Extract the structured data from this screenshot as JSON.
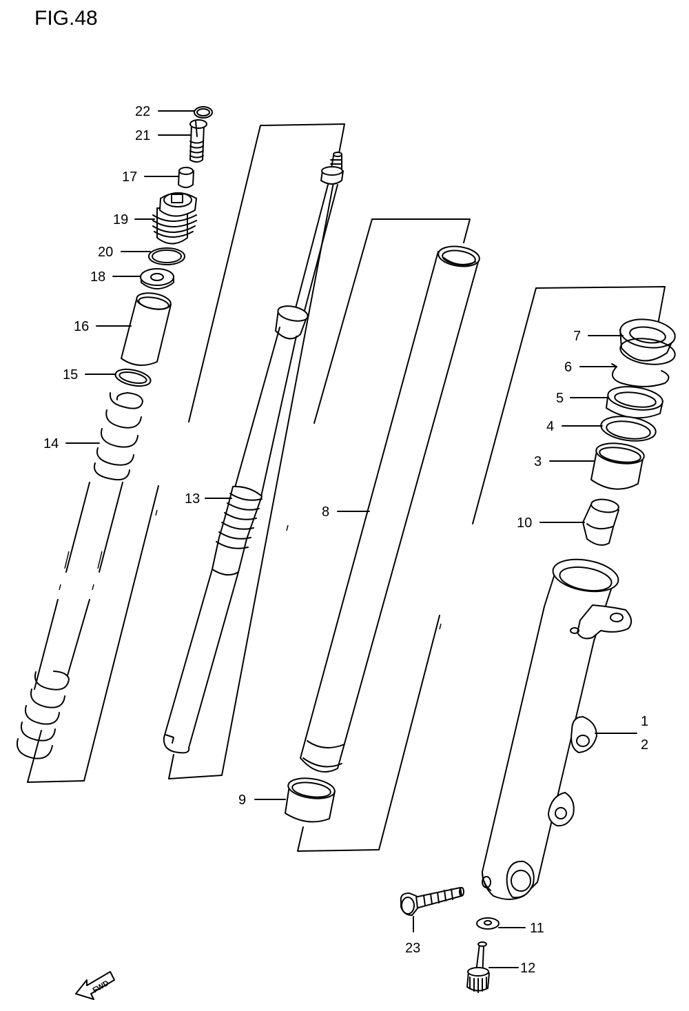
{
  "figure": {
    "title": "FIG.48"
  },
  "callouts": [
    {
      "id": "c22",
      "text": "22"
    },
    {
      "id": "c21",
      "text": "21"
    },
    {
      "id": "c17",
      "text": "17"
    },
    {
      "id": "c19",
      "text": "19"
    },
    {
      "id": "c20",
      "text": "20"
    },
    {
      "id": "c18",
      "text": "18"
    },
    {
      "id": "c16",
      "text": "16"
    },
    {
      "id": "c15",
      "text": "15"
    },
    {
      "id": "c14",
      "text": "14"
    },
    {
      "id": "c13",
      "text": "13"
    },
    {
      "id": "c8",
      "text": "8"
    },
    {
      "id": "c9",
      "text": "9"
    },
    {
      "id": "c7",
      "text": "7"
    },
    {
      "id": "c6",
      "text": "6"
    },
    {
      "id": "c5",
      "text": "5"
    },
    {
      "id": "c4",
      "text": "4"
    },
    {
      "id": "c3",
      "text": "3"
    },
    {
      "id": "c10",
      "text": "10"
    },
    {
      "id": "c1",
      "text": "1"
    },
    {
      "id": "c2",
      "text": "2"
    },
    {
      "id": "c23",
      "text": "23"
    },
    {
      "id": "c11",
      "text": "11"
    },
    {
      "id": "c12",
      "text": "12"
    }
  ],
  "direction": {
    "text": "FWD"
  }
}
